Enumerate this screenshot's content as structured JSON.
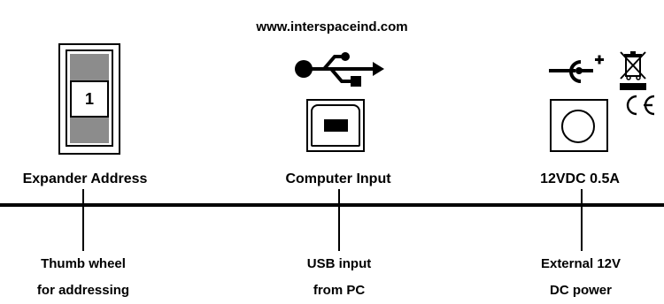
{
  "website": "www.interspaceind.com",
  "sections": [
    {
      "label": "Expander Address",
      "caption_line1": "Thumb wheel",
      "caption_line2": "for addressing"
    },
    {
      "label": "Computer Input",
      "caption_line1": "USB input",
      "caption_line2": "from PC"
    },
    {
      "label": "12VDC 0.5A",
      "caption_line1": "External 12V",
      "caption_line2": "DC power"
    }
  ],
  "thumbwheel": {
    "digit": "1"
  },
  "icons": [
    "thumbwheel-switch-icon",
    "usb-symbol-icon",
    "usb-b-port-icon",
    "dc-polarity-icon",
    "weee-bin-icon",
    "ce-mark-icon",
    "dc-jack-icon"
  ]
}
